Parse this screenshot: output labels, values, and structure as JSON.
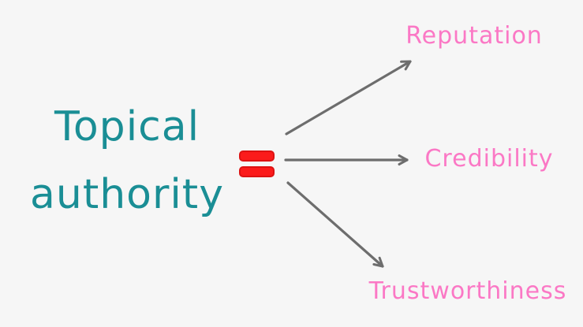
{
  "canvas": {
    "background_color": "#f6f6f6"
  },
  "diagram": {
    "subject": {
      "line1": "Topical",
      "line2": "authority",
      "color": "#1a8e95"
    },
    "equals": {
      "meaning": "equals-sign",
      "fill_color": "#fb1b1b",
      "border_color": "#dd1212"
    },
    "arrows": {
      "color": "#6d6d6d"
    },
    "targets": [
      {
        "label": "Reputation",
        "color": "#fb78c5"
      },
      {
        "label": "Credibility",
        "color": "#fb78c5"
      },
      {
        "label": "Trustworthiness",
        "color": "#fb78c5"
      }
    ]
  }
}
